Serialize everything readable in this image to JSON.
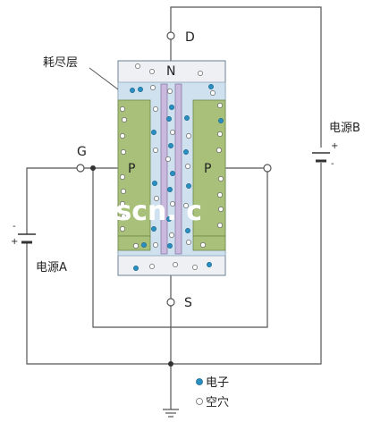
{
  "labels": {
    "drain": "D",
    "source": "S",
    "gate": "G",
    "n_region": "N",
    "p_left": "P",
    "p_right": "P",
    "depletion_layer": "耗尽层",
    "supply_a": "电源A",
    "supply_b": "电源B",
    "plus": "+",
    "minus": "-"
  },
  "legend": {
    "electron": "电子",
    "hole": "空穴"
  },
  "watermark": "nscn. c",
  "colors": {
    "wire": "#555555",
    "n_body": "#eef0f4",
    "depletion": "#cfe1ef",
    "p_region": "#a8c07a",
    "channel": "#c9b9dc",
    "electron": "#2a8fc0",
    "hole": "#ffffff",
    "outline": "#6f7f8f"
  }
}
